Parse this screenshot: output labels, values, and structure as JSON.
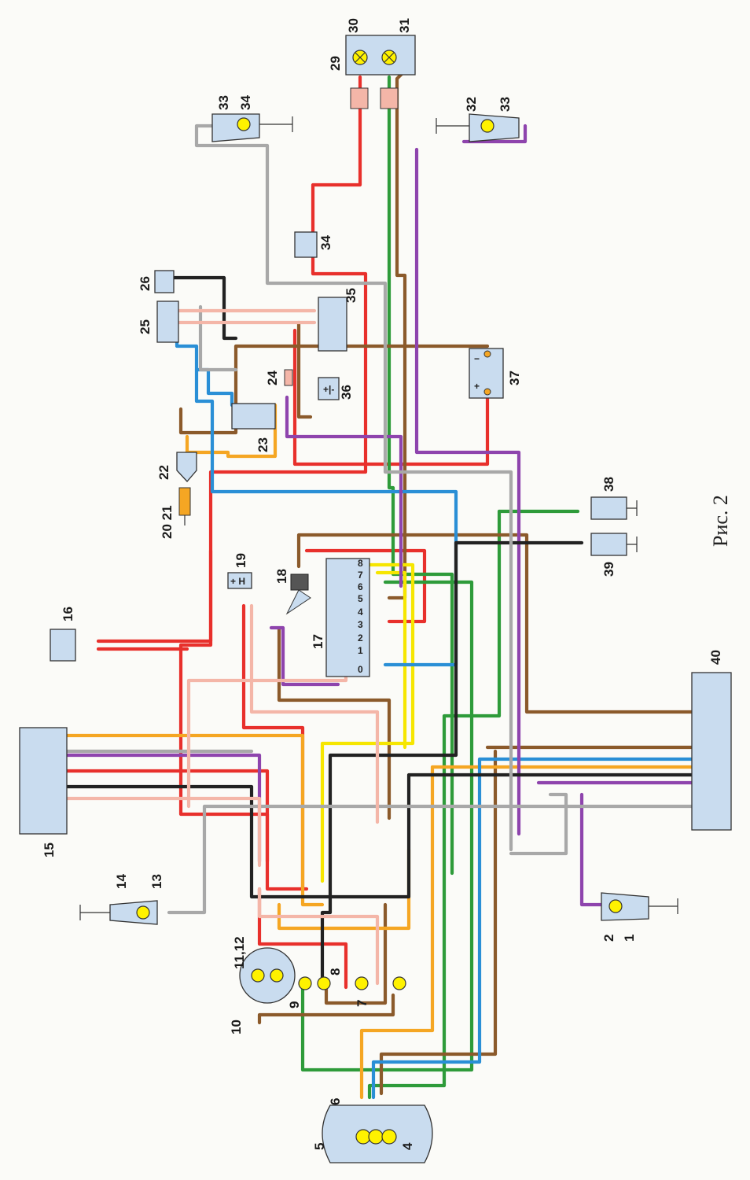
{
  "caption": "Рис. 2",
  "labels": {
    "n1": "1",
    "n2": "2",
    "n4": "4",
    "n5": "5",
    "n6": "6",
    "n7": "7",
    "n8": "8",
    "n9": "9",
    "n10": "10",
    "n11_12": "11,12",
    "n13": "13",
    "n14": "14",
    "n15": "15",
    "n16": "16",
    "n17": "17",
    "n18": "18",
    "n19": "19",
    "n20_21": "20 21",
    "n22": "22",
    "n23": "23",
    "n24": "24",
    "n25": "25",
    "n26": "26",
    "n29": "29",
    "n30": "30",
    "n31": "31",
    "n32": "32",
    "n33a": "33",
    "n33b": "33",
    "n34a": "34",
    "n34b": "34",
    "n35": "35",
    "n36": "36",
    "n37": "37",
    "n38": "38",
    "n39": "39",
    "n40": "40"
  },
  "switch17_pins": [
    "0",
    "1",
    "2",
    "3",
    "4",
    "5",
    "6",
    "7",
    "8"
  ],
  "wire_colors": {
    "red": "#e8302c",
    "pink": "#f4b6a8",
    "brown": "#8b5a2b",
    "orange": "#f5a623",
    "yellow": "#f6e600",
    "green": "#2e9b3a",
    "blue": "#2a8fd6",
    "violet": "#8e44ad",
    "black": "#222222",
    "grey": "#a8a8a8"
  },
  "component_fill": "#c9dcef",
  "lamp_fill": "#fff200"
}
